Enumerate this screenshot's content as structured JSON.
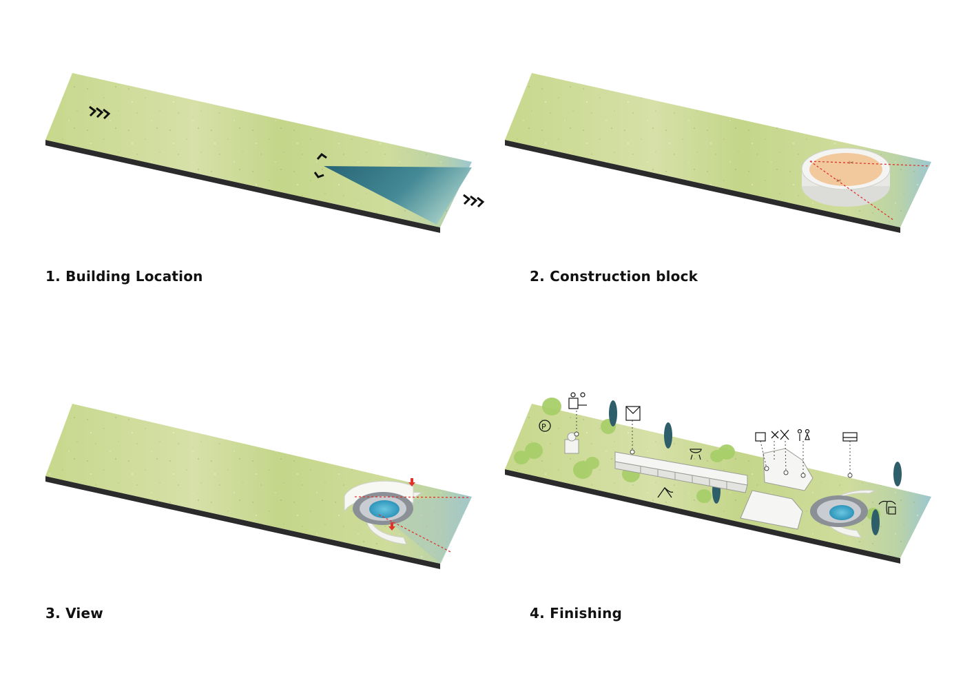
{
  "steps": [
    {
      "number": 1,
      "label": "1. Building Location"
    },
    {
      "number": 2,
      "label": "2. Construction block"
    },
    {
      "number": 3,
      "label": "3. View"
    },
    {
      "number": 4,
      "label": "4. Finishing"
    }
  ],
  "colors": {
    "grass": "#c9d98e",
    "grass_light": "#dfe6b5",
    "base": "#2b2b2b",
    "water": "#8fc3cf",
    "view_cone": "#2b6f83",
    "block_fill": "#f2c494",
    "ring": "#f2f2f0",
    "pool": "#3aa6c9",
    "tree_round": "#a8cf6a",
    "tree_cypress": "#2f5e6b",
    "sightline": "#e0322a"
  },
  "icons": [
    "direction-chevrons-icon",
    "parking-icon",
    "reception-icon",
    "barbecue-icon",
    "playground-slide-icon",
    "restaurant-icon",
    "toilet-icon",
    "bed-icon",
    "palm-tree-icon"
  ]
}
